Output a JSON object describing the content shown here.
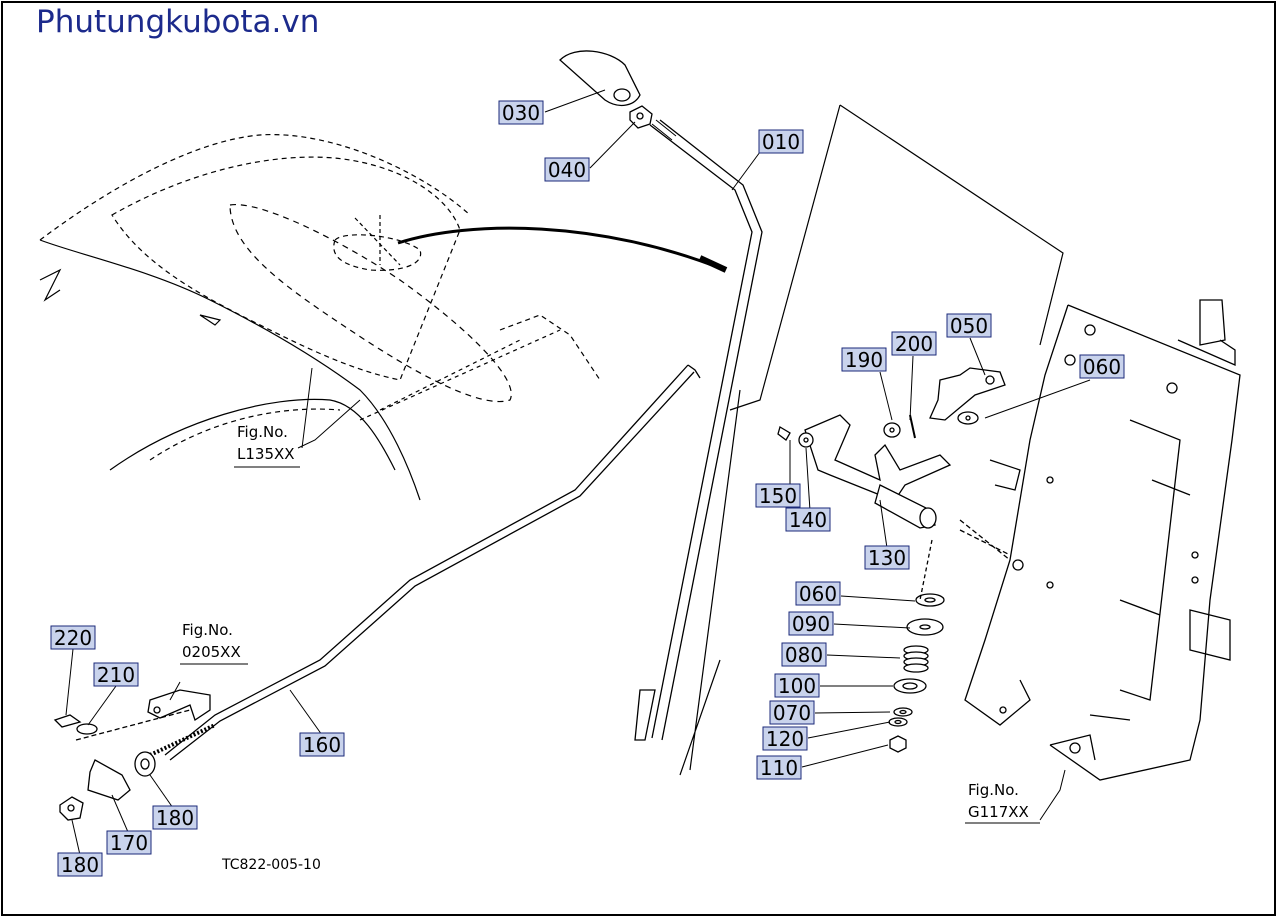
{
  "watermark": "Phutungkubota.vn",
  "drawing_code": "TC822-005-10",
  "part_callouts": [
    "030",
    "040",
    "010",
    "050",
    "200",
    "190",
    "060",
    "150",
    "140",
    "130",
    "060",
    "090",
    "080",
    "100",
    "070",
    "120",
    "110",
    "220",
    "210",
    "160",
    "180",
    "170",
    "180"
  ],
  "figure_refs": [
    {
      "prefix": "Fig.No.",
      "code": "L135XX"
    },
    {
      "prefix": "Fig.No.",
      "code": "0205XX"
    },
    {
      "prefix": "Fig.No.",
      "code": "G117XX"
    }
  ],
  "colors": {
    "callout_box": "#c9d3ec",
    "callout_border": "#1b2a7a",
    "brand": "#1c2a8c",
    "line": "#000000"
  }
}
